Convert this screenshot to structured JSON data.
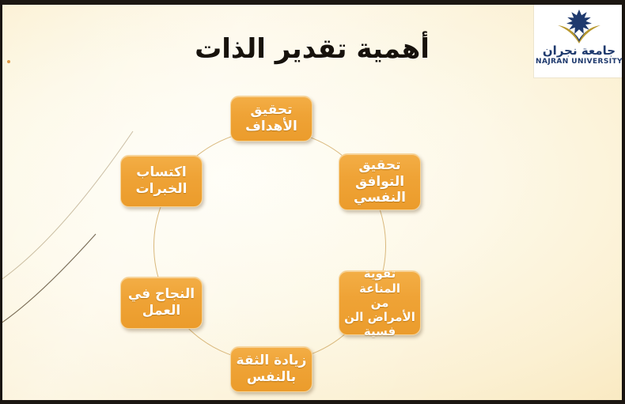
{
  "slide": {
    "title": "أهمية تقدير الذات",
    "background_color": "#fdf8e6",
    "accent_color": "#efa336",
    "ring_color": "#d9b87c"
  },
  "logo": {
    "arabic_name": "جامعة نجران",
    "english_name": "NAJRAN UNIVERSITY",
    "mark": "star-and-book-icon",
    "navy": "#1f3a6e",
    "gold": "#b39game"
  },
  "diagram": {
    "type": "cycle",
    "nodes": [
      {
        "id": "goals",
        "position": "top",
        "lines": [
          "تحقيق",
          "الأهداف"
        ]
      },
      {
        "id": "harmony",
        "position": "right-top",
        "lines": [
          "تحقيق",
          "التوافق",
          "النفسي"
        ]
      },
      {
        "id": "immunity",
        "position": "right-bottom",
        "lines": [
          "تقوية المناعة",
          "من",
          "الأمراض الن",
          "فسية"
        ]
      },
      {
        "id": "confidence",
        "position": "bottom",
        "lines": [
          "زيادة الثقة",
          "بالنفس"
        ]
      },
      {
        "id": "work",
        "position": "left-bottom",
        "lines": [
          "النجاح في",
          "العمل"
        ]
      },
      {
        "id": "experience",
        "position": "left-top",
        "lines": [
          "اكتساب",
          "الخبرات"
        ]
      }
    ]
  }
}
